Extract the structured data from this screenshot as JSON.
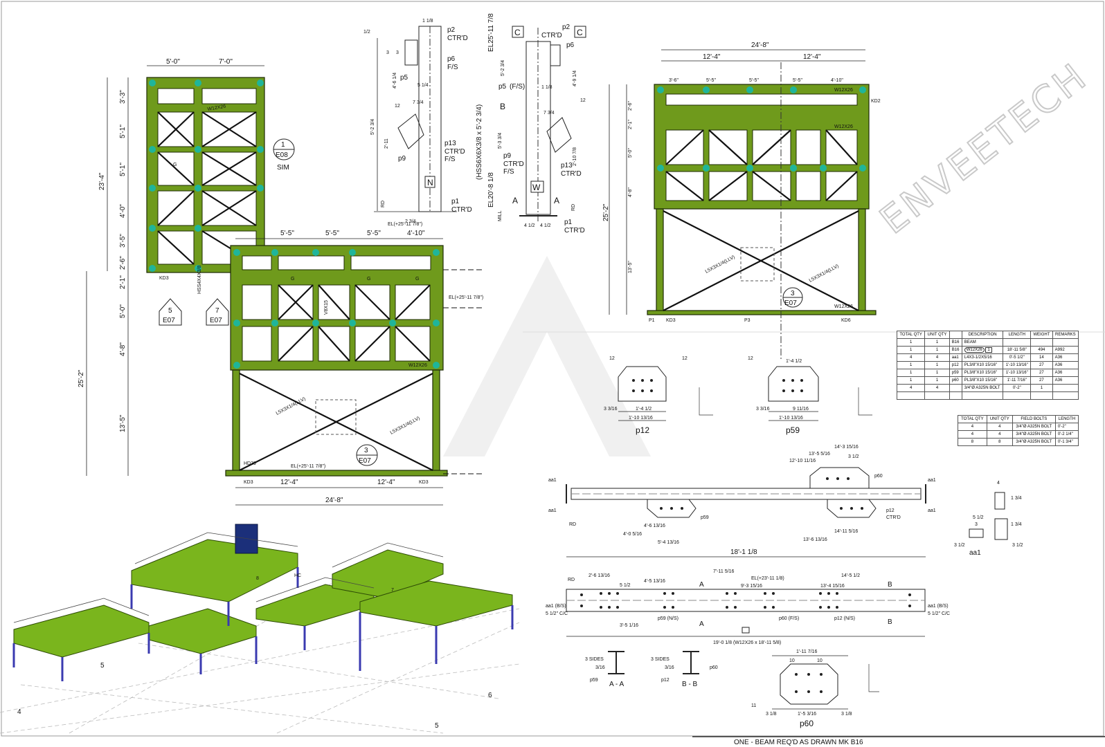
{
  "watermark": "ENVEETECH",
  "left_elevation": {
    "dims_top": [
      "5'-0\"",
      "7'-0\""
    ],
    "dims_left": [
      "3'-3\"",
      "5'-1\"",
      "5'-1\"",
      "4'-0\"",
      "3'-5\"",
      "2'-6\"",
      "2'-1\"",
      "5'-0\"",
      "4'-8\"",
      "13'-5\""
    ],
    "overall_heights": [
      "23'-4\"",
      "25'-2\""
    ],
    "dims_mid_top": [
      "5'-5\"",
      "5'-5\"",
      "5'-5\"",
      "4'-10\""
    ],
    "dims_bottom": [
      "12'-4\"",
      "12'-4\""
    ],
    "overall_width": "24'-8\"",
    "elev_labels": [
      "EL(+25'-11 7/8\")",
      "EL(+25'-11 7/8\")",
      "EL(+25'-11 7/8\")"
    ],
    "members": [
      "W12X26",
      "W12X26",
      "HSS4X4X3/8",
      "L5X3X1/4(LLV)",
      "L5X3X1/4(LLV)",
      "V8X15",
      "HD39",
      "KD3",
      "KD3",
      "KD3",
      "G",
      "G",
      "G",
      "G"
    ],
    "callouts": [
      {
        "num": "1",
        "sheet": "E08",
        "note": "SIM"
      },
      {
        "num": "5",
        "sheet": "E07"
      },
      {
        "num": "7",
        "sheet": "E07"
      },
      {
        "num": "3",
        "sheet": "E07"
      }
    ]
  },
  "right_elevation": {
    "overall_width": "24'-8\"",
    "dims_top": [
      "12'-4\"",
      "12'-4\""
    ],
    "dims_top2": [
      "3'-6\"",
      "5'-5\"",
      "5'-5\"",
      "5'-5\"",
      "4'-10\""
    ],
    "dims_left": [
      "2'-6\"",
      "2'-1\"",
      "5'-0\"",
      "4'-8\"",
      "13'-5\""
    ],
    "overall_height": "25'-2\"",
    "members": [
      "W12X26",
      "W12X26",
      "W12X26",
      "L5X3X1/4(LLV)",
      "L5X3X1/4(LLV)",
      "KD2",
      "KD3",
      "KD6",
      "P1",
      "P3"
    ],
    "callout": {
      "num": "3",
      "sheet": "E07"
    }
  },
  "column_n": {
    "mark": "N",
    "plates": [
      "p2",
      "p6",
      "p5",
      "p13",
      "p9",
      "p1"
    ],
    "notes": [
      "CTR'D",
      "F/S",
      "CTR'D",
      "F/S",
      "CTR'D"
    ],
    "dims": [
      "1/2",
      "1 1/8",
      "3",
      "3",
      "4'-6 1/4",
      "5 1/4",
      "7 3/4",
      "12",
      "5'-2 3/4",
      "2'-11",
      "2 3/4",
      "RD"
    ]
  },
  "column_w": {
    "mark": "W",
    "elevs": [
      "EL25'-11 7/8",
      "EL20'-8 1/8"
    ],
    "section_marks": [
      "C",
      "C",
      "B",
      "A",
      "A"
    ],
    "profile": "(HSS6X6X3/8 x 5'-2 3/4)",
    "plates": [
      "p2",
      "p6",
      "p5",
      "p9",
      "p13",
      "p1"
    ],
    "notes": [
      "CTR'D",
      "(F/S)",
      "CTR'D",
      "F/S",
      "CTR'D",
      "CTR'D"
    ],
    "dims": [
      "5'-2 3/4",
      "4'-9 1/4",
      "1 1/8",
      "7 3/4",
      "12",
      "2'-10 7/8",
      "5'-3 3/4",
      "MILL",
      "4 1/2",
      "4 1/2",
      "RD"
    ]
  },
  "plates": [
    {
      "name": "p12",
      "dims": [
        "1'-4 1/2",
        "1'-10 13/16",
        "3 3/16",
        "12",
        "12"
      ]
    },
    {
      "name": "p59",
      "dims": [
        "1'-4 1/2",
        "1'-10 13/16",
        "3 3/16",
        "9 11/16",
        "12"
      ]
    },
    {
      "name": "p60",
      "dims": [
        "1'-11 7/16",
        "1'-5 3/16",
        "10",
        "10",
        "3 1/8",
        "3 1/8",
        "11"
      ]
    }
  ],
  "bom_table": {
    "headers": [
      "TOTAL QTY",
      "UNIT QTY",
      "",
      "DESCRIPTION",
      "LENGTH",
      "WEIGHT",
      "REMARKS"
    ],
    "rows": [
      [
        "1",
        "1",
        "B16",
        "BEAM",
        "",
        "",
        ""
      ],
      [
        "1",
        "1",
        "B16",
        "W12X26",
        "18'-11 5/8\"",
        "494",
        "A992"
      ],
      [
        "4",
        "4",
        "aa1",
        "L4X3-1/2X5/16",
        "0'-5 1/2\"",
        "14",
        "A36"
      ],
      [
        "1",
        "1",
        "p12",
        "PL3/8\"X10 15/16\"",
        "1'-10 13/16\"",
        "27",
        "A36"
      ],
      [
        "1",
        "1",
        "p59",
        "PL3/8\"X10 15/16\"",
        "1'-10 13/16\"",
        "27",
        "A36"
      ],
      [
        "1",
        "1",
        "p60",
        "PL3/8\"X10 15/16\"",
        "1'-11 7/16\"",
        "27",
        "A36"
      ],
      [
        "4",
        "4",
        "",
        "3/4\"Ø A325N BOLT",
        "0'-2\"",
        "1",
        ""
      ]
    ],
    "revision_mark": "1"
  },
  "field_bolts": {
    "headers": [
      "TOTAL QTY",
      "UNIT QTY",
      "FIELD BOLTS",
      "LENGTH"
    ],
    "rows": [
      [
        "4",
        "4",
        "3/4\"Ø A325N BOLT",
        "0'-2\""
      ],
      [
        "4",
        "4",
        "3/4\"Ø A325N BOLT",
        "0'-2 1/4\""
      ],
      [
        "8",
        "8",
        "3/4\"Ø A325N BOLT",
        "0'-1 3/4\""
      ]
    ]
  },
  "beam_detail": {
    "labels": [
      "aa1",
      "aa1",
      "aa1",
      "aa1",
      "p59",
      "p60",
      "p12",
      "CTR'D",
      "RD"
    ],
    "dims": [
      "12'-10 11/16",
      "13'-5 5/16",
      "14'-3 15/16",
      "3 1/2",
      "4'-0 5/16",
      "4'-6 13/16",
      "5'-4 13/16",
      "13'-6 13/16",
      "14'-11 5/16",
      "18'-1 1/8"
    ],
    "overall": "18'-1 1/8"
  },
  "beam_plan": {
    "labels": [
      "RD",
      "A",
      "A",
      "B",
      "B",
      "EL(+23'-11 1/8)",
      "p59 (N/S)",
      "p60 (F/S)",
      "p12 (N/S)",
      "aa1 (B/S)",
      "aa1 (B/S)",
      "5 1/2\" C/C",
      "5 1/2\" C/C"
    ],
    "dims": [
      "2'-6 13/16",
      "4'-5 13/16",
      "7'-11 5/16",
      "9'-3 15/16",
      "13'-4 15/16",
      "14'-5 1/2",
      "3'-5 1/16",
      "5 1/2"
    ],
    "overall": "19'-0 1/8 (W12X26 x 18'-11 5/8)",
    "rev": "1"
  },
  "sections": [
    {
      "name": "A - A",
      "note": "3 SIDES",
      "plate": "p59",
      "weld": "3/16"
    },
    {
      "name": "B - B",
      "note": "3 SIDES",
      "plate": "p12",
      "weld": "3/16",
      "plate2": "p60"
    }
  ],
  "angle_aa1": {
    "name": "aa1",
    "dims": [
      "4",
      "5 1/2",
      "1 3/4",
      "3",
      "1 3/4",
      "3 1/2",
      "3 1/2"
    ]
  },
  "footer_note": "ONE - BEAM REQ'D AS DRAWN MK B16",
  "model_3d": {
    "grid_labels": [
      "4",
      "5",
      "5",
      "6"
    ],
    "markers": [
      "HC",
      "8",
      "7"
    ]
  }
}
